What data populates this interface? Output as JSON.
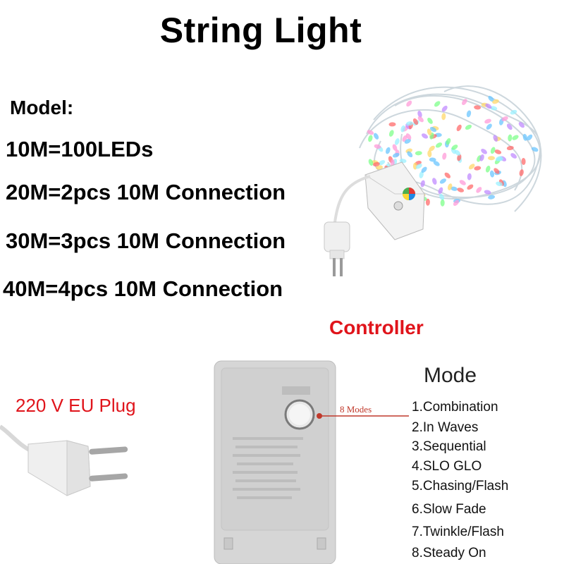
{
  "title": "String Light",
  "model": {
    "heading": "Model:",
    "lines": [
      "10M=100LEDs",
      "20M=2pcs 10M Connection",
      "30M=3pcs 10M Connection",
      "40M=4pcs 10M Connection"
    ]
  },
  "controller_label": "Controller",
  "plug_label": "220 V EU Plug",
  "modes_callout": "8 Modes",
  "mode": {
    "heading": "Mode",
    "items": [
      "1.Combination",
      "2.In Waves",
      "3.Sequential",
      "4.SLO GLO",
      "5.Chasing/Flash",
      "6.Slow Fade",
      "7.Twinkle/Flash",
      "8.Steady On"
    ]
  },
  "colors": {
    "accent_red": "#e0141b",
    "controller_body": "#d9d9d9"
  }
}
